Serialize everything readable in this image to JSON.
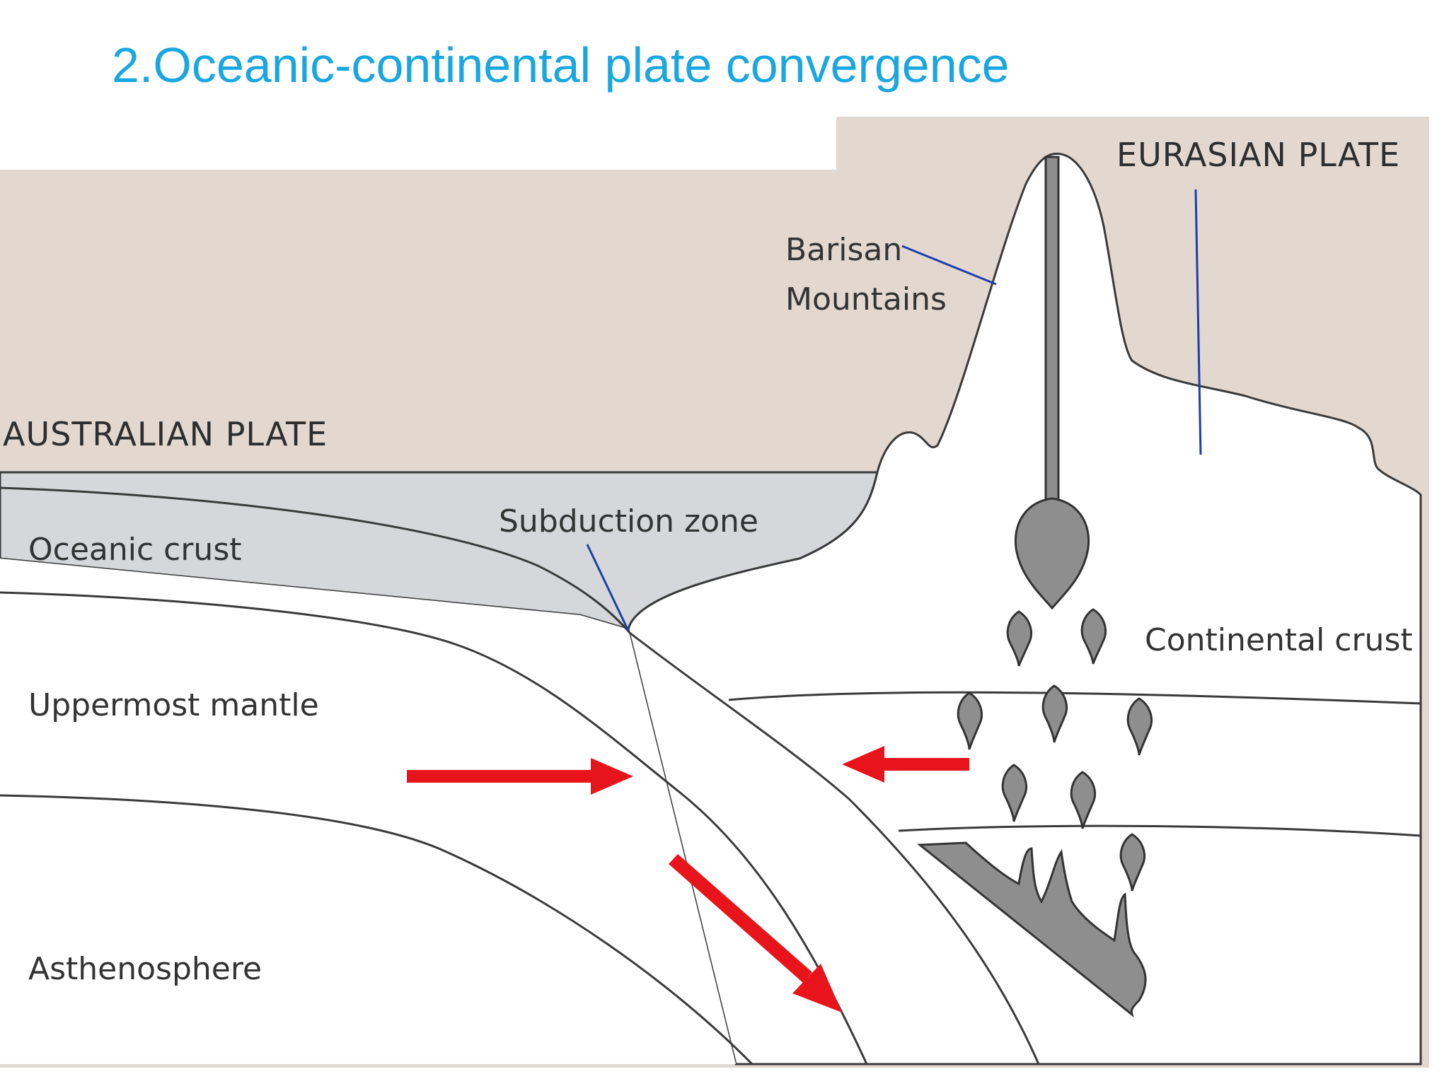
{
  "title": "2.Oceanic-continental plate convergence",
  "labels": {
    "eurasian_plate": "EURASIAN PLATE",
    "barisan_mountains_line1": "Barisan",
    "barisan_mountains_line2": "Mountains",
    "australian_plate": "AUSTRALIAN PLATE",
    "subduction_zone": "Subduction zone",
    "oceanic_crust": "Oceanic crust",
    "continental_crust": "Continental crust",
    "uppermost_mantle": "Uppermost mantle",
    "asthenosphere": "Asthenosphere"
  },
  "colors": {
    "title": "#1aa7e0",
    "sky": "#e2d8d0",
    "ocean": "#d6d7da",
    "magma": "#8e8e8e",
    "arrow": "#e8141b",
    "leader": "#1d3fa8"
  }
}
